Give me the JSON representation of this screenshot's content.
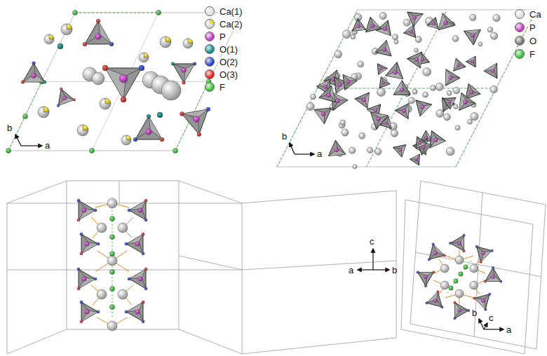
{
  "diagram": {
    "labels": [
      "b",
      "a",
      "b",
      "a",
      "c",
      "a",
      "b",
      "b",
      "c",
      "a"
    ],
    "legend": [
      {
        "text": "Ca(1)",
        "color": "#e0e0e0"
      },
      {
        "text": "Ca(2)",
        "color": "#d4d4d4"
      },
      {
        "text": "P",
        "color": "#c040c0"
      },
      {
        "text": "O(1)",
        "color": "#138a8a"
      },
      {
        "text": "O(2)",
        "color": "#2a44c8"
      },
      {
        "text": "O(3)",
        "color": "#e02424"
      },
      {
        "text": "F",
        "color": "#3cc03c"
      },
      {
        "text": "Ca",
        "color": "#e0e0e0"
      },
      {
        "text": "P",
        "color": "#c040c0"
      },
      {
        "text": "O",
        "color": "#777777"
      },
      {
        "text": "F",
        "color": "#3cc03c"
      }
    ]
  }
}
